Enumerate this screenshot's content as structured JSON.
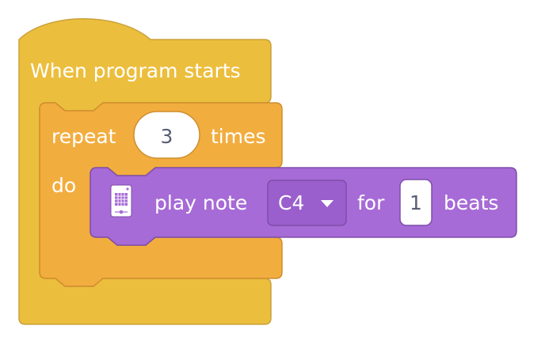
{
  "colors": {
    "events": "#ecbe3d",
    "events_border": "#c9a13a",
    "control": "#f2ad3f",
    "control_border": "#cf8e2e",
    "music": "#a66bd6",
    "music_border": "#7f4ea8",
    "field_bg": "#ffffff",
    "field_text": "#575e75"
  },
  "hat_block": {
    "label": "When program starts"
  },
  "repeat_block": {
    "label_repeat": "repeat",
    "count": "3",
    "label_times": "times",
    "label_do": "do"
  },
  "note_block": {
    "icon": "microbit-speaker-icon",
    "label_play": "play note",
    "note": "C4",
    "label_for": "for",
    "beats": "1",
    "label_beats": "beats"
  }
}
